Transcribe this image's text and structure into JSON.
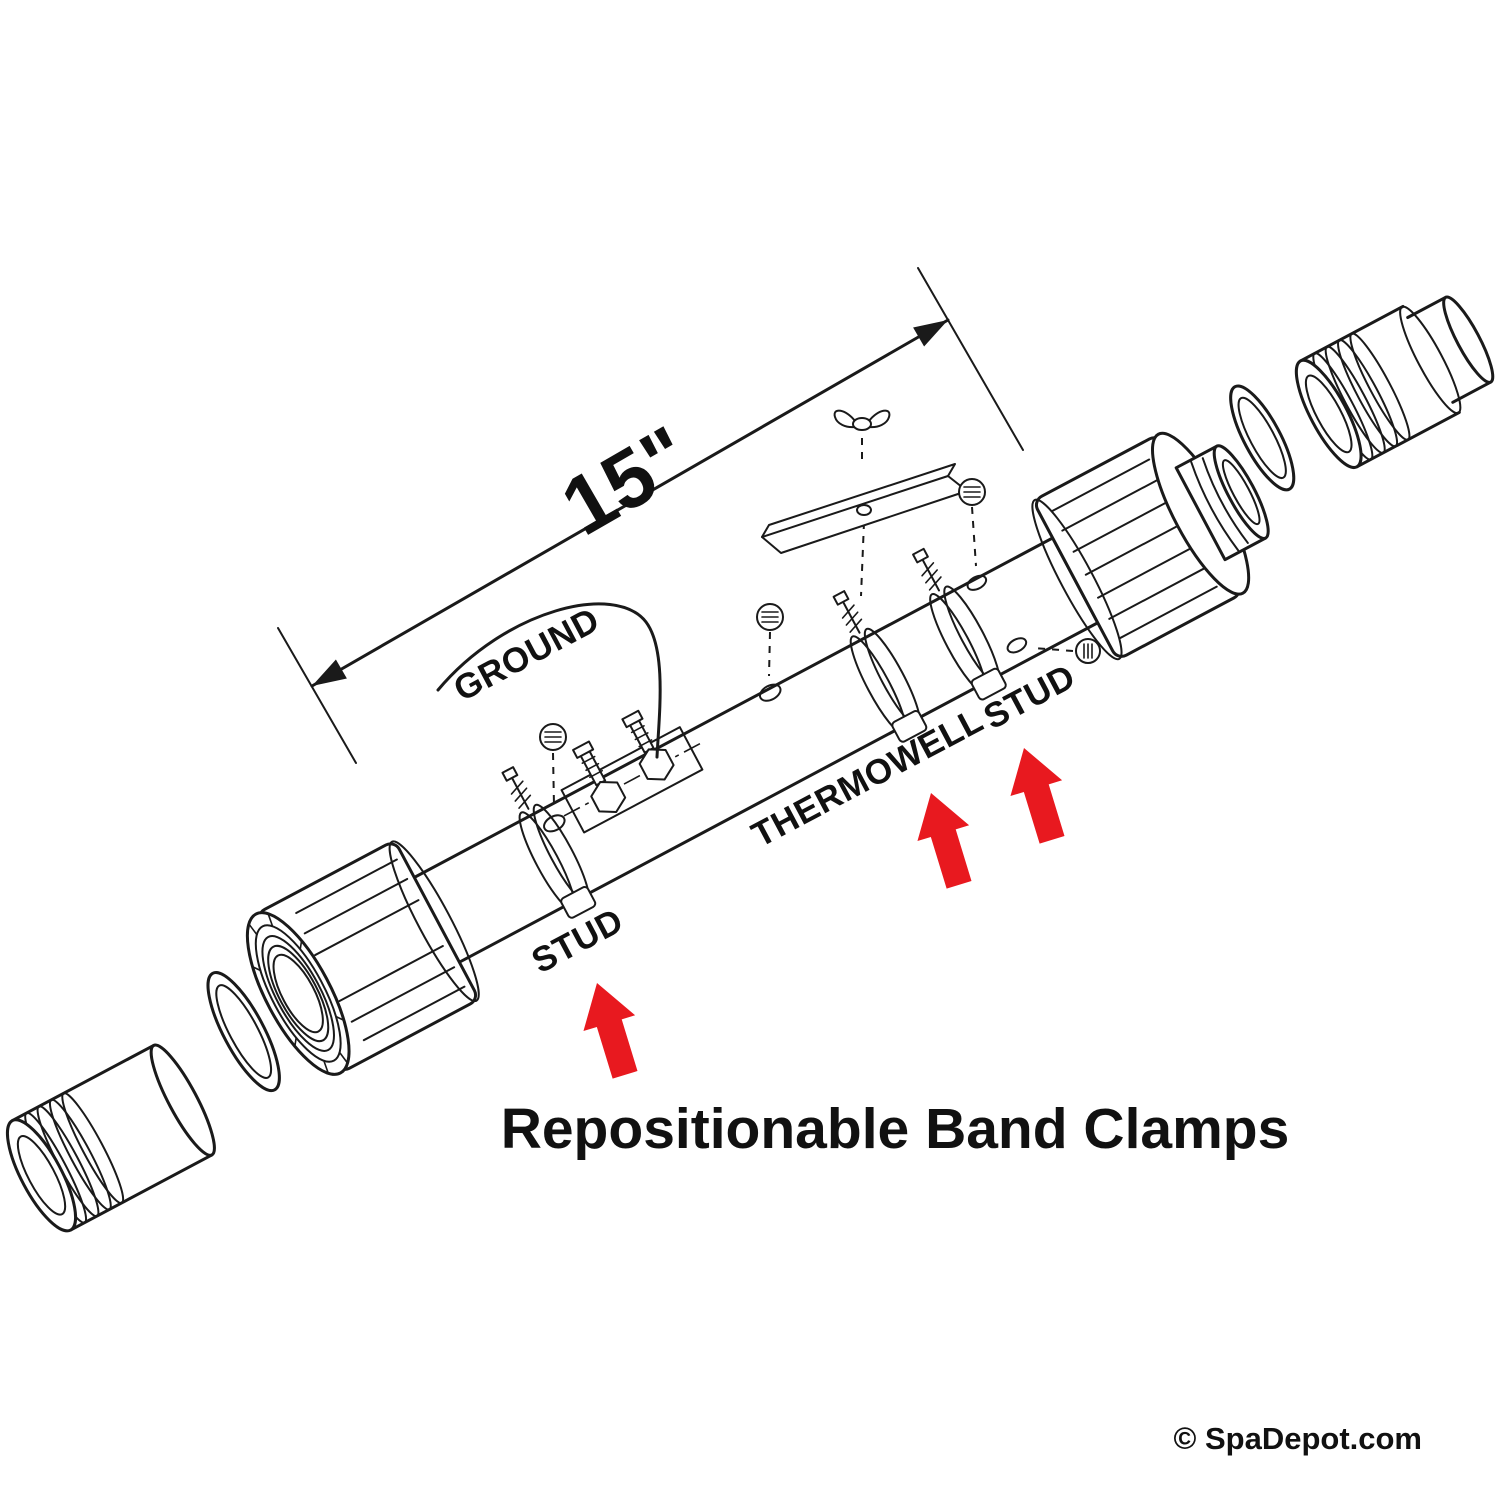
{
  "diagram": {
    "dimension_label": "15\"",
    "labels": {
      "ground": "GROUND",
      "thermowell": "THERMOWELL",
      "stud_right": "STUD",
      "stud_left": "STUD"
    },
    "caption": "Repositionable Band Clamps",
    "copyright": "© SpaDepot.com",
    "colors": {
      "line": "#1a1a1a",
      "arrow_red": "#e8191f",
      "text": "#111111"
    }
  }
}
